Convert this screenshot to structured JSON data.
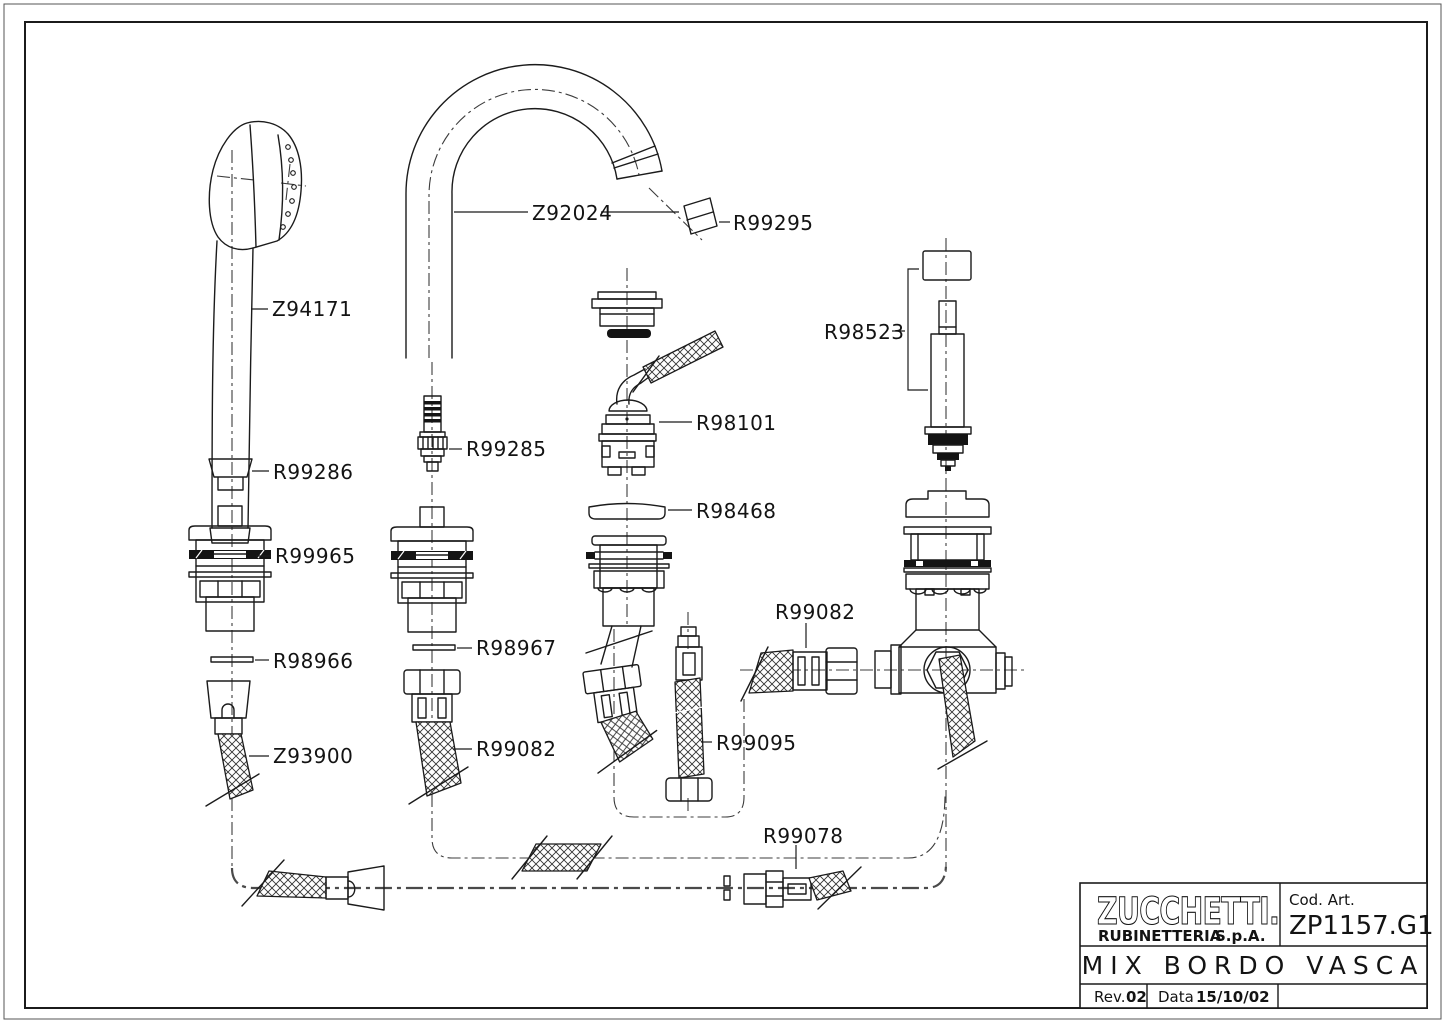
{
  "labels": {
    "z94171": "Z94171",
    "z92024": "Z92024",
    "r99295": "R99295",
    "r99285": "R99285",
    "r98101": "R98101",
    "r99286": "R99286",
    "r98468": "R98468",
    "r99965": "R99965",
    "r98966": "R98966",
    "r98967": "R98967",
    "z93900": "Z93900",
    "r99082_a": "R99082",
    "r99095": "R99095",
    "r98523": "R98523",
    "r99082_b": "R99082",
    "r99078": "R99078"
  },
  "title_block": {
    "brand": "ZUCCHETTI.",
    "brand_sub_left": "RUBINETTERIA",
    "brand_sub_right": "S.p.A.",
    "cod_art_label": "Cod.  Art.",
    "cod_art_value": "ZP1157.G1",
    "product_title": "MIX  BORDO  VASCA",
    "rev_label": "Rev.",
    "rev_value": "02",
    "date_label": "Data",
    "date_value": "15/10/02"
  }
}
